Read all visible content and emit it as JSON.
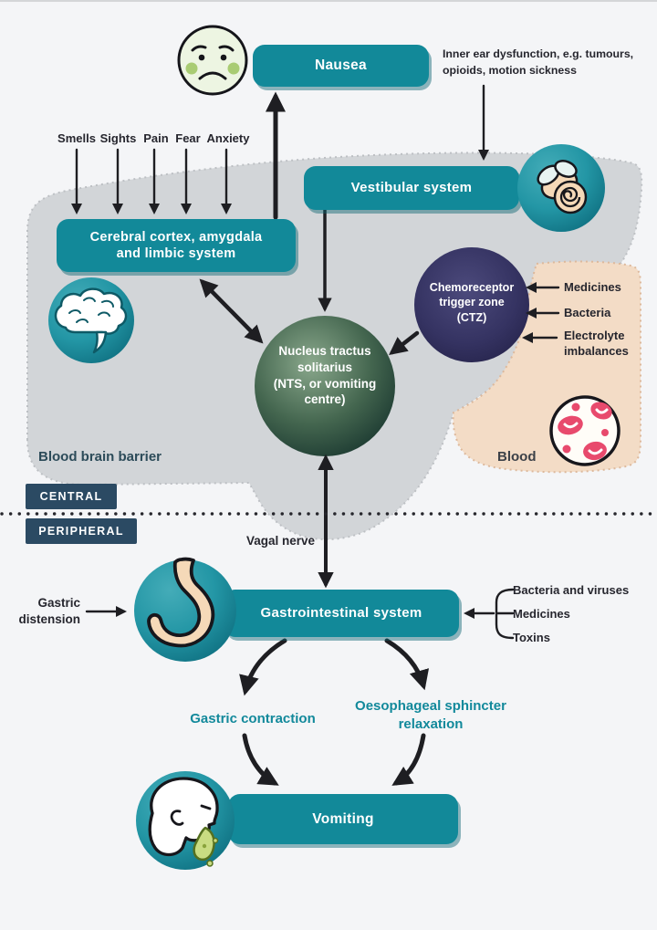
{
  "colors": {
    "teal_pill": "#128999",
    "teal_circle": "#2b9aa9",
    "badge_navy": "#2b4a63",
    "ctz_purple": "#35335c",
    "nts_green": "#1c3b35",
    "gray_region": "#d2d5d8",
    "blood_region": "#f3dcc6",
    "arrow_black": "#1e1e22",
    "teal_text": "#12899b"
  },
  "top": {
    "nausea": "Nausea",
    "inner_ear_note": "Inner ear dysfunction, e.g. tumours,\nopioids, motion sickness"
  },
  "stimuli": [
    "Smells",
    "Sights",
    "Pain",
    "Fear",
    "Anxiety"
  ],
  "central_section": {
    "cortex": "Cerebral cortex, amygdala\nand limbic system",
    "vestibular": "Vestibular system",
    "ctz": "Chemoreceptor\ntrigger zone\n(CTZ)",
    "nts": "Nucleus tractus\nsolitarius\n(NTS, or vomiting\ncentre)",
    "bbb": "Blood brain barrier",
    "blood": "Blood",
    "ctz_inputs": [
      "Medicines",
      "Bacteria",
      "Electrolyte\nimbalances"
    ]
  },
  "divider": {
    "central": "CENTRAL",
    "peripheral": "PERIPHERAL",
    "vagal": "Vagal nerve"
  },
  "peripheral_section": {
    "gastric_distension": "Gastric\ndistension",
    "gi": "Gastrointestinal system",
    "gi_inputs": [
      "Bacteria and viruses",
      "Medicines",
      "Toxins"
    ],
    "gastric_contraction": "Gastric contraction",
    "oesophageal": "Oesophageal sphincter\nrelaxation",
    "vomiting": "Vomiting"
  }
}
